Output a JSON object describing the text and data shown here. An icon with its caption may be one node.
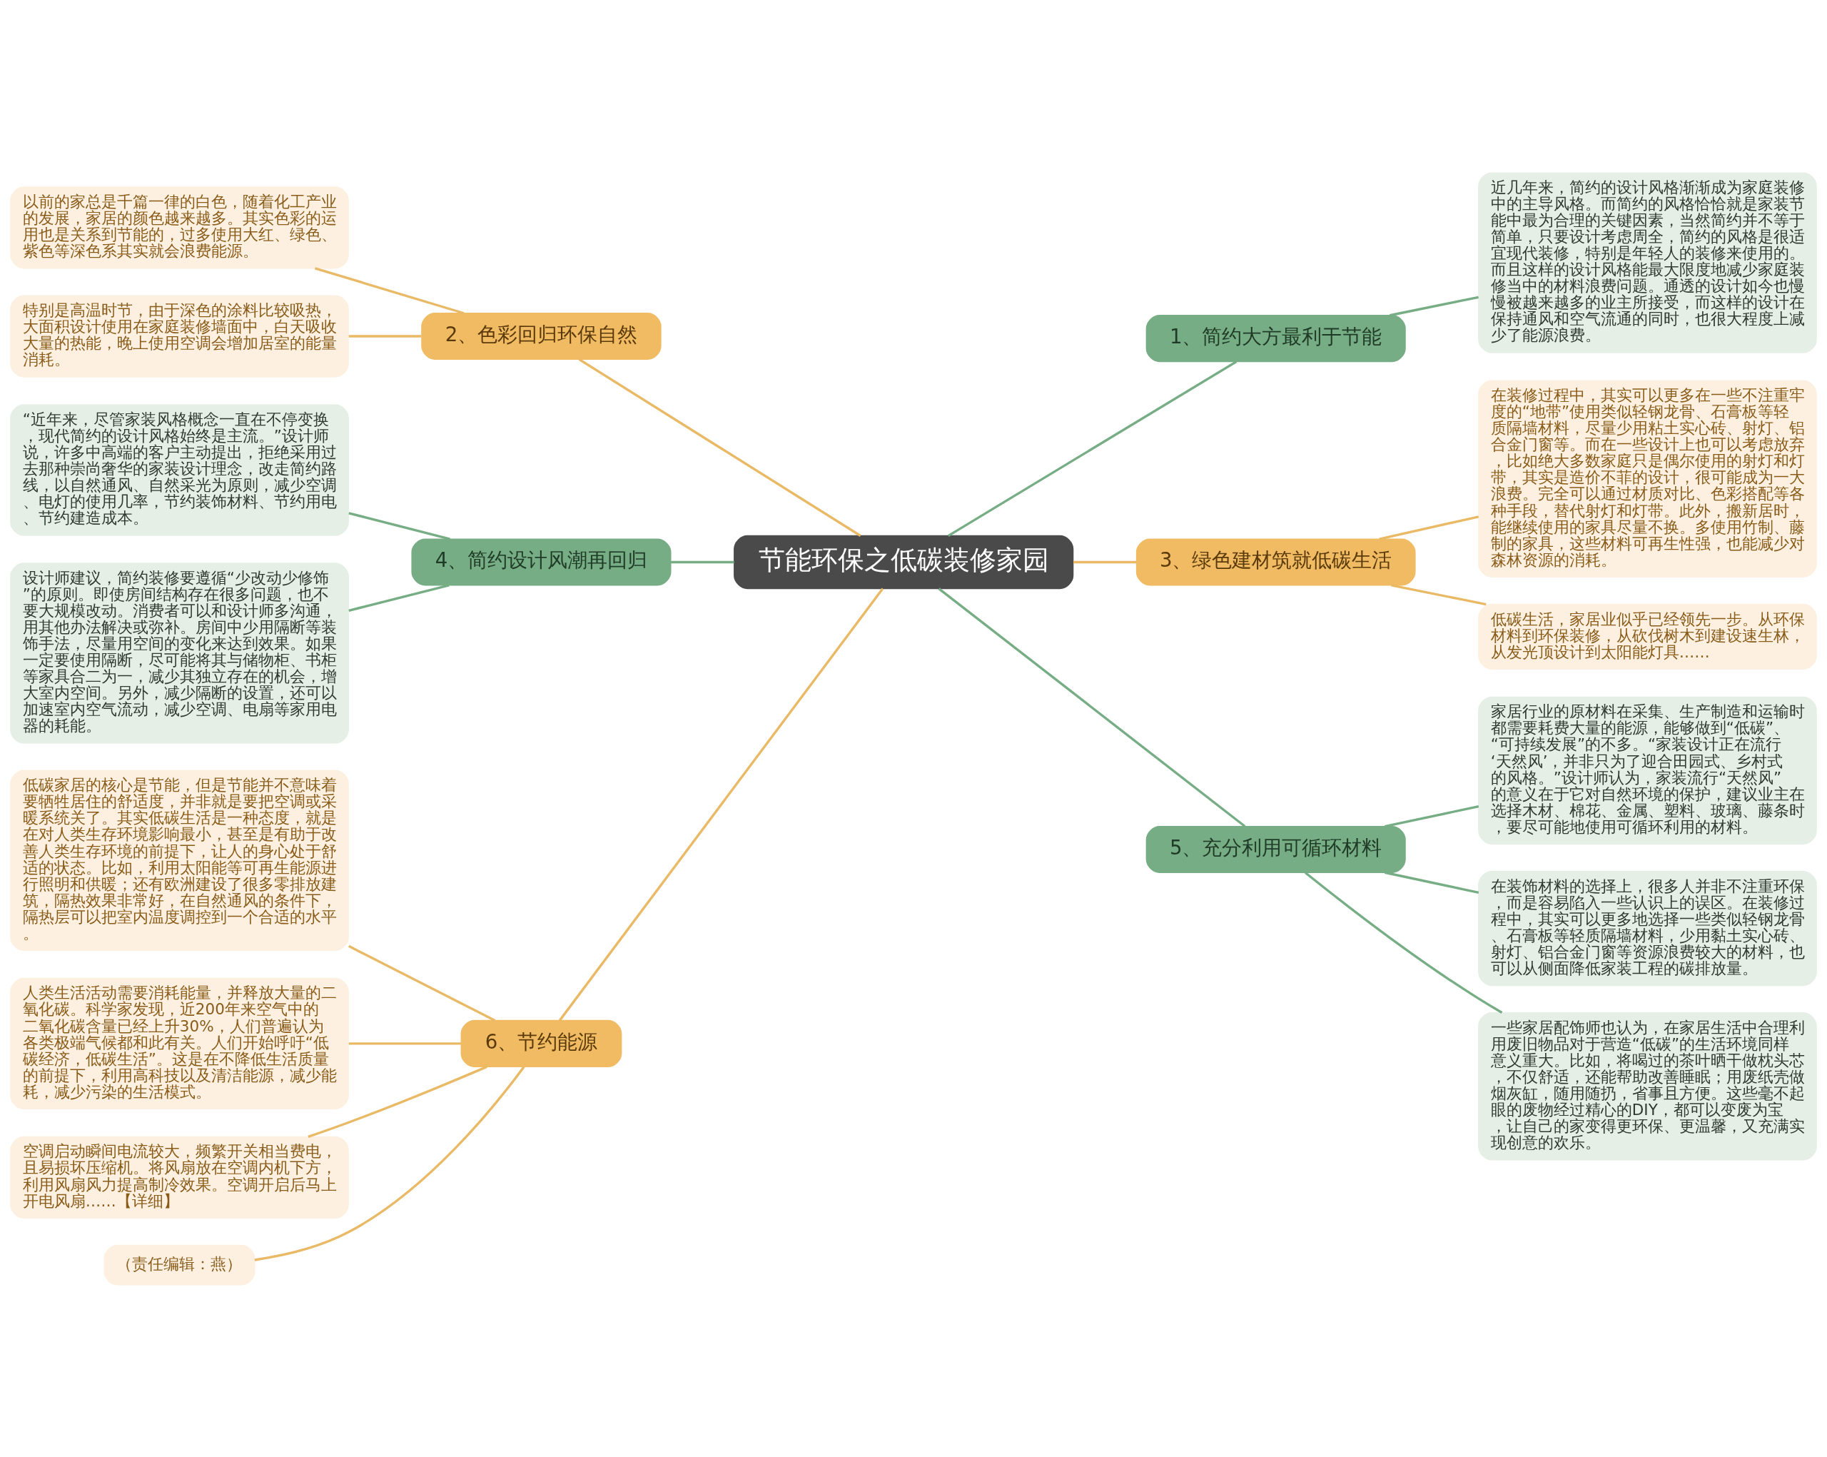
{
  "diagram": {
    "nodes": [
      {
        "text": [
          "节能环保之低碳装修家园"
        ]
      },
      {
        "text": [
          "1、简约大方最利于节能"
        ]
      },
      {
        "text": [
          "近几年来，简约的设计风格渐渐成为家庭装修中的主导风格。而简约的风格恰恰就是家装节能中最为合理的关键因素，当然简约并不等于简单，只要设计考虑周全，简约的风格是很适宜现代装修，特别是年轻人的装修来使用的。而且这样的设计风格能最大限度地减少家庭装修当中的材料浪费问题。通透的设计如今也慢慢被越来越多的业主所接受，而这样的设计在保持通风和空气流通的同时，也很大程度上减少了能源浪费。"
        ]
      },
      {
        "text": [
          "3、绿色建材筑就低碳生活"
        ]
      },
      {
        "text": [
          "在装修过程中，其实可以更多在一些不注重牢度的“地带”使用类似轻钢龙骨、石膏板等轻质隔墙材料，尽量少用粘土实心砖、射灯、铝合金门窗等。而在一些设计上也可以考虑放弃，比如绝大多数家庭只是偶尔使用的射灯和灯带，其实是造价不菲的设计，很可能成为一大浪费。完全可以通过材质对比、色彩搭配等各种手段，替代射灯和灯带。此外，搬新居时，能继续使用的家具尽量不换。多使用竹制、藤制的家具，这些材料可再生性强，也能减少对森林资源的消耗。"
        ]
      },
      {
        "text": [
          "低碳生活，家居业似乎已经领先一步。从环保材料到环保装修，从砍伐树木到建设速生林，从发光顶设计到太阳能灯具……"
        ]
      },
      {
        "text": [
          "5、充分利用可循环材料"
        ]
      },
      {
        "text": [
          "家居行业的原材料在采集、生产制造和运输时都需要耗费大量的能源，能够做到“低碳”、“可持续发展”的不多。“家装设计正在流行‘天然风’，并非只为了迎合田园式、乡村式的风格。”设计师认为，家装流行“天然风”的意义在于它对自然环境的保护，建议业主在选择木材、棉花、金属、塑料、玻璃、藤条时，要尽可能地使用可循环利用的材料。"
        ]
      },
      {
        "text": [
          "在装饰材料的选择上，很多人并非不注重环保，而是容易陷入一些认识上的误区。在装修过程中，其实可以更多地选择一些类似轻钢龙骨、石膏板等轻质隔墙材料，少用黏土实心砖、射灯、铝合金门窗等资源浪费较大的材料，也可以从侧面降低家装工程的碳排放量。"
        ]
      },
      {
        "text": [
          "一些家居配饰师也认为，在家居生活中合理利用废旧物品对于营造“低碳”的生活环境同样意义重大。比如，将喝过的茶叶晒干做枕头芯，不仅舒适，还能帮助改善睡眠；用废纸壳做烟灰缸，随用随扔，省事且方便。这些毫不起眼的废物经过精心的DIY，都可以变废为宝，让自己的家变得更环保、更温馨，又充满实现创意的欢乐。"
        ]
      },
      {
        "text": [
          "2、色彩回归环保自然"
        ]
      },
      {
        "text": [
          "以前的家总是千篇一律的白色，随着化工产业的发展，家居的颜色越来越多。其实色彩的运用也是关系到节能的，过多使用大红、绿色、紫色等深色系其实就会浪费能源。"
        ]
      },
      {
        "text": [
          "特别是高温时节，由于深色的涂料比较吸热，大面积设计使用在家庭装修墙面中，白天吸收大量的热能，晚上使用空调会增加居室的能量消耗。"
        ]
      },
      {
        "text": [
          "4、简约设计风潮再回归"
        ]
      },
      {
        "text": [
          "“近年来，尽管家装风格概念一直在不停变换，现代简约的设计风格始终是主流。”设计师说，许多中高端的客户主动提出，拒绝采用过去那种崇尚奢华的家装设计理念，改走简约路线，以自然通风、自然采光为原则，减少空调、电灯的使用几率，节约装饰材料、节约用电、节约建造成本。"
        ]
      },
      {
        "text": [
          "设计师建议，简约装修要遵循“少改动少修饰”的原则。即使房间结构存在很多问题，也不要大规模改动。消费者可以和设计师多沟通，用其他办法解决或弥补。房间中少用隔断等装饰手法，尽量用空间的变化来达到效果。如果一定要使用隔断，尽可能将其与储物柜、书柜等家具合二为一，减少其独立存在的机会，增大室内空间。另外，减少隔断的设置，还可以加速室内空气流动，减少空调、电扇等家用电器的耗能。"
        ]
      },
      {
        "text": [
          "6、节约能源"
        ]
      },
      {
        "text": [
          "低碳家居的核心是节能，但是节能并不意味着要牺牲居住的舒适度，并非就是要把空调或采暖系统关了。其实低碳生活是一种态度，就是在对人类生存环境影响最小，甚至是有助于改善人类生存环境的前提下，让人的身心处于舒适的状态。比如，利用太阳能等可再生能源进行照明和供暖；还有欧洲建设了很多零排放建筑，隔热效果非常好，在自然通风的条件下，隔热层可以把室内温度调控到一个合适的水平。"
        ]
      },
      {
        "text": [
          "人类生活活动需要消耗能量，并释放大量的二氧化碳。科学家发现，近200年来空气中的二氧化碳含量已经上升30%，人们普遍认为各类极端气候都和此有关。人们开始呼吁“低碳经济，低碳生活”。这是在不降低生活质量的前提下，利用高科技以及清洁能源，减少能耗，减少污染的生活模式。"
        ]
      },
      {
        "text": [
          "空调启动瞬间电流较大，频繁开关相当费电，且易损坏压缩机。将风扇放在空调内机下方，利用风扇风力提高制冷效果。空调开启后马上开电风扇……【详细】"
        ]
      },
      {
        "text": [
          "（责任编辑：燕）"
        ]
      }
    ],
    "edges": [
      {
        "from": 0,
        "to": 1,
        "arrow": "none",
        "color": "#76ad84"
      },
      {
        "from": 1,
        "to": 2,
        "arrow": "none",
        "color": "#76ad84"
      },
      {
        "from": 0,
        "to": 3,
        "arrow": "none",
        "color": "#e9b965"
      },
      {
        "from": 3,
        "to": 4,
        "arrow": "none",
        "color": "#e9b965"
      },
      {
        "from": 3,
        "to": 5,
        "arrow": "none",
        "color": "#e9b965"
      },
      {
        "from": 0,
        "to": 6,
        "arrow": "none",
        "color": "#76ad84"
      },
      {
        "from": 6,
        "to": 7,
        "arrow": "none",
        "color": "#76ad84"
      },
      {
        "from": 6,
        "to": 8,
        "arrow": "none",
        "color": "#76ad84"
      },
      {
        "from": 6,
        "to": 9,
        "arrow": "none",
        "color": "#76ad84"
      },
      {
        "from": 0,
        "to": 10,
        "arrow": "none",
        "color": "#e9b965"
      },
      {
        "from": 10,
        "to": 11,
        "arrow": "none",
        "color": "#e9b965"
      },
      {
        "from": 10,
        "to": 12,
        "arrow": "none",
        "color": "#e9b965"
      },
      {
        "from": 0,
        "to": 13,
        "arrow": "none",
        "color": "#76ad84"
      },
      {
        "from": 13,
        "to": 14,
        "arrow": "none",
        "color": "#76ad84"
      },
      {
        "from": 13,
        "to": 15,
        "arrow": "none",
        "color": "#76ad84"
      },
      {
        "from": 0,
        "to": 16,
        "arrow": "none",
        "color": "#e9b965"
      },
      {
        "from": 16,
        "to": 17,
        "arrow": "none",
        "color": "#e9b965"
      },
      {
        "from": 16,
        "to": 18,
        "arrow": "none",
        "color": "#e9b965"
      },
      {
        "from": 16,
        "to": 19,
        "arrow": "none",
        "color": "#e9b965"
      },
      {
        "from": 16,
        "to": 20,
        "arrow": "none",
        "color": "#e9b965"
      }
    ]
  }
}
